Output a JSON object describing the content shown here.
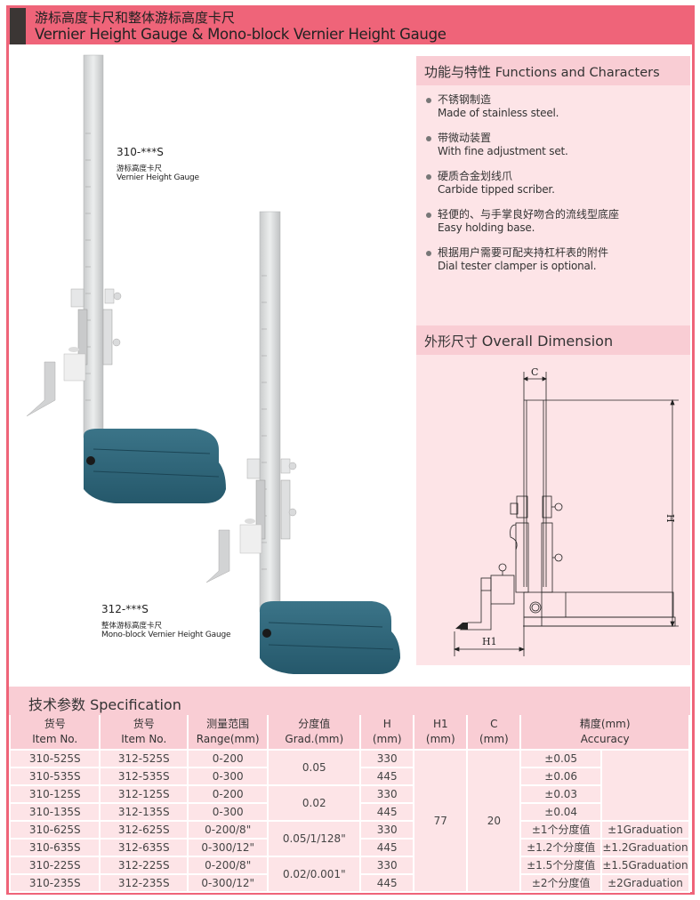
{
  "header": {
    "title_zh": "游标高度卡尺和整体游标高度卡尺",
    "title_en": "Vernier Height Gauge & Mono-block Vernier Height Gauge"
  },
  "products": [
    {
      "code": "310-***S",
      "name_zh": "游标高度卡尺",
      "name_en": "Vernier Height Gauge"
    },
    {
      "code": "312-***S",
      "name_zh": "整体游标高度卡尺",
      "name_en": "Mono-block Vernier Height Gauge"
    }
  ],
  "functions": {
    "title_zh": "功能与特性",
    "title_en": "Functions and Characters",
    "items": [
      {
        "zh": "不锈钢制造",
        "en": "Made of stainless steel."
      },
      {
        "zh": "带微动装置",
        "en": "With fine adjustment set."
      },
      {
        "zh": "硬质合金划线爪",
        "en": "Carbide tipped scriber."
      },
      {
        "zh": "轻便的、与手掌良好吻合的流线型底座",
        "en": "Easy holding base."
      },
      {
        "zh": "根据用户需要可配夹持杠杆表的附件",
        "en": "Dial tester clamper is optional."
      }
    ]
  },
  "dimension": {
    "title_zh": "外形尺寸",
    "title_en": "Overall Dimension",
    "labels": {
      "c": "C",
      "h": "H",
      "h1": "H1"
    }
  },
  "spec": {
    "title_zh": "技术参数",
    "title_en": "Specification",
    "headers": [
      {
        "zh": "货号",
        "en": "Item No."
      },
      {
        "zh": "货号",
        "en": "Item No."
      },
      {
        "zh": "测量范围",
        "en": "Range(mm)"
      },
      {
        "zh": "分度值",
        "en": "Grad.(mm)"
      },
      {
        "zh": "H",
        "en": "(mm)"
      },
      {
        "zh": "H1",
        "en": "(mm)"
      },
      {
        "zh": "C",
        "en": "(mm)"
      },
      {
        "zh": "精度(mm)",
        "en": "Accuracy"
      }
    ],
    "rows": [
      {
        "item1": "310-525S",
        "item2": "312-525S",
        "range": "0-200",
        "h": "330",
        "acc_zh": "±0.05",
        "acc_en": ""
      },
      {
        "item1": "310-535S",
        "item2": "312-535S",
        "range": "0-300",
        "h": "445",
        "acc_zh": "±0.06",
        "acc_en": ""
      },
      {
        "item1": "310-125S",
        "item2": "312-125S",
        "range": "0-200",
        "h": "330",
        "acc_zh": "±0.03",
        "acc_en": ""
      },
      {
        "item1": "310-135S",
        "item2": "312-135S",
        "range": "0-300",
        "h": "445",
        "acc_zh": "±0.04",
        "acc_en": ""
      },
      {
        "item1": "310-625S",
        "item2": "312-625S",
        "range": "0-200/8\"",
        "h": "330",
        "acc_zh": "±1个分度值",
        "acc_en": "±1Graduation"
      },
      {
        "item1": "310-635S",
        "item2": "312-635S",
        "range": "0-300/12\"",
        "h": "445",
        "acc_zh": "±1.2个分度值",
        "acc_en": "±1.2Graduation"
      },
      {
        "item1": "310-225S",
        "item2": "312-225S",
        "range": "0-200/8\"",
        "h": "330",
        "acc_zh": "±1.5个分度值",
        "acc_en": "±1.5Graduation"
      },
      {
        "item1": "310-235S",
        "item2": "312-235S",
        "range": "0-300/12\"",
        "h": "445",
        "acc_zh": "±2个分度值",
        "acc_en": "±2Graduation"
      }
    ],
    "grad_groups": [
      "0.05",
      "0.02",
      "0.05/1/128\"",
      "0.02/0.001\""
    ],
    "h1": "77",
    "c": "20"
  },
  "colors": {
    "accent": "#ef6479",
    "header_bar": "#3b3634",
    "section_head": "#f9cdd4",
    "section_body": "#fde4e7",
    "base_blue": "#2e6478"
  }
}
